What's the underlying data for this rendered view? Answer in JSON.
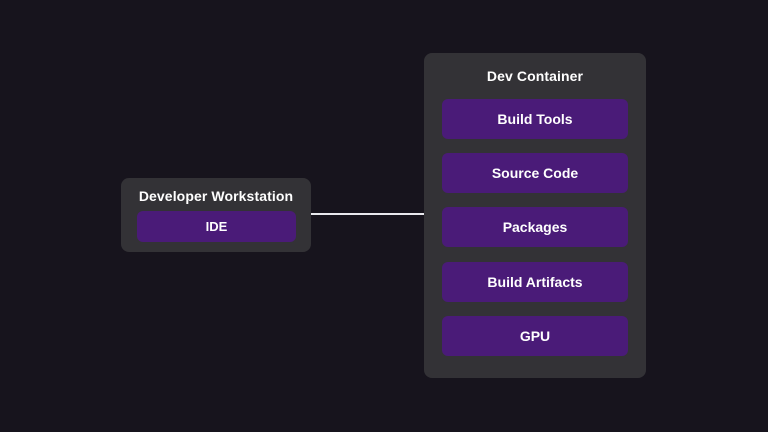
{
  "colors": {
    "background": "#17141d",
    "card": "#333236",
    "chip": "#4a1b78",
    "text": "#ffffff",
    "connector": "#e9e9ee"
  },
  "workstation": {
    "title": "Developer Workstation",
    "items": [
      "IDE"
    ]
  },
  "container": {
    "title": "Dev Container",
    "items": [
      "Build Tools",
      "Source Code",
      "Packages",
      "Build Artifacts",
      "GPU"
    ]
  },
  "connections": [
    {
      "from": "Developer Workstation",
      "to": "Dev Container"
    }
  ]
}
